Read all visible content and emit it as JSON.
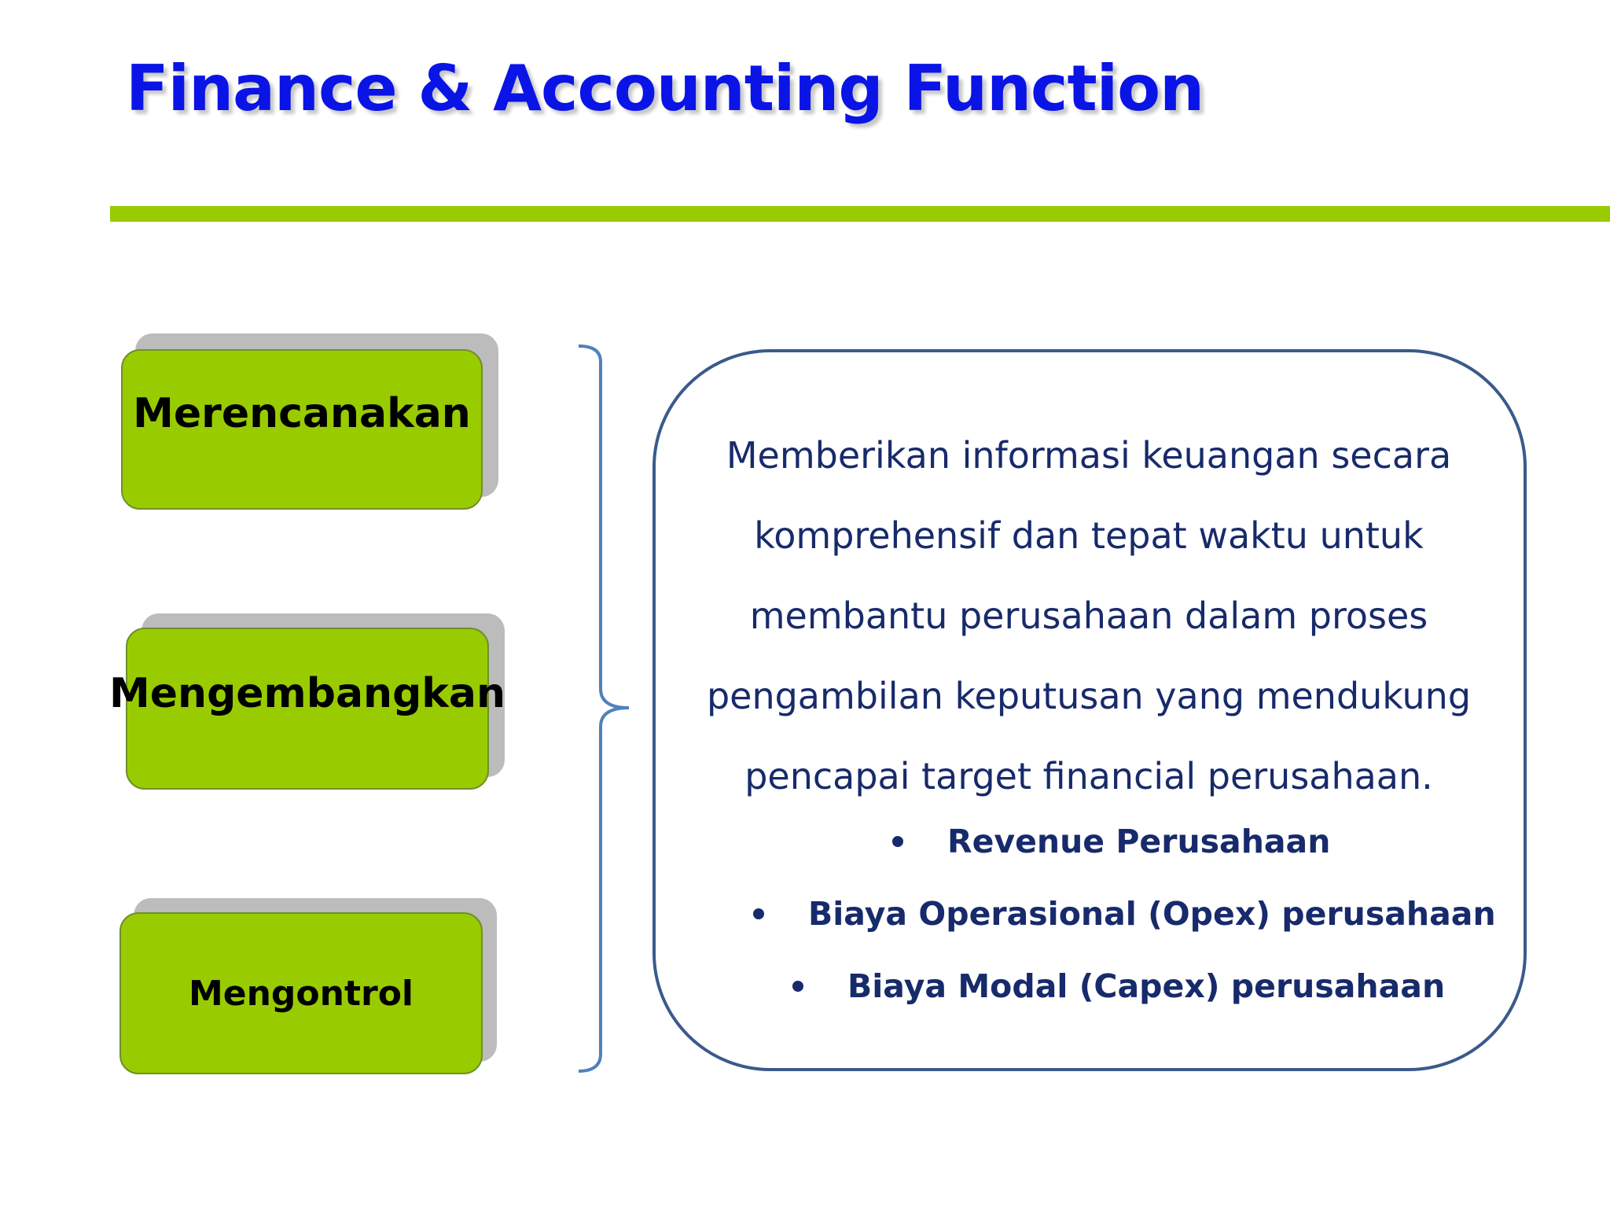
{
  "title": "Finance & Accounting Function",
  "colors": {
    "title": "#0a14e6",
    "accent_green": "#99cc00",
    "rule": "#99cc00",
    "panel_border": "#3a5a8c",
    "body_text": "#172a6b"
  },
  "functions": [
    {
      "label": "Merencanakan"
    },
    {
      "label": "Mengembangkan"
    },
    {
      "label": "Mengontrol"
    }
  ],
  "description": "Memberikan informasi keuangan secara komprehensif dan tepat waktu untuk membantu perusahaan dalam proses pengambilan keputusan yang mendukung pencapai target financial perusahaan.",
  "description_lines": [
    "Memberikan informasi keuangan secara",
    "komprehensif dan tepat waktu untuk",
    "membantu perusahaan dalam proses",
    "pengambilan keputusan yang mendukung",
    "pencapai target financial perusahaan."
  ],
  "bullets": [
    "Revenue Perusahaan",
    "Biaya Operasional (Opex) perusahaan",
    "Biaya Modal (Capex) perusahaan"
  ]
}
